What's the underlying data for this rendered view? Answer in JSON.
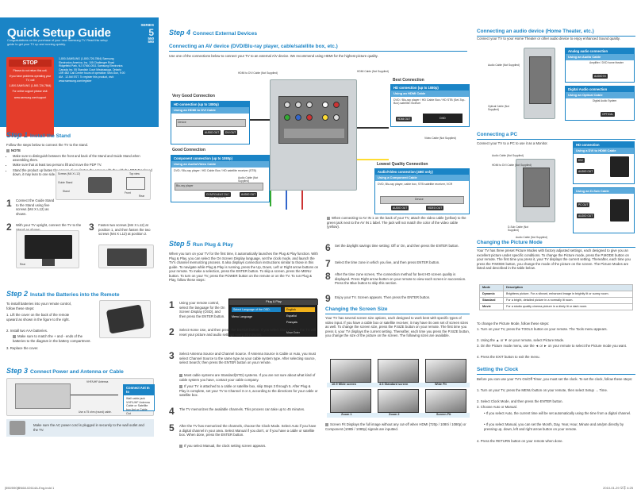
{
  "header": {
    "title": "Quick Setup Guide",
    "series_label": "SERIES",
    "series_models": [
      "5",
      "550",
      "590"
    ],
    "intro": "Congratulations on the purchase of your new Samsung TV. Read this setup guide to get your TV up and running quickly.",
    "stop": {
      "title": "STOP",
      "lines": [
        "Please do not return this unit.",
        "If you have problems operating your TV, call",
        "1-800-SAMSUNG (1-800-726-7864)",
        "For online support please visit:",
        "www.samsung.com/support"
      ]
    },
    "contact": "1-800-SAMSUNG (1-800-726-7864) Samsung Electronics America, Inc. 105 Challenger Road Ridgefield Park, NJ 07660-0511 Samsung Electronics Canada Inc. 55 Standish Court Mississauga, Ontario L5R 4B2 Call Center hours of operation: Mon-Sun, 9:00 AM - 12 AM EST. To register this product, visit: www.samsung.com/register"
  },
  "step1": {
    "word": "Step",
    "n": "1",
    "title": "Install the Stand",
    "intro": "Follow the steps below to connect the TV to the stand.",
    "note_label": "NOTE",
    "notes": [
      "Make sure to distinguish between the front and back of the Stand and Guide Stand when assembling them.",
      "Make sure that at least two persons lift and move the PDP TV.",
      "Stand the product up fasten the screws. If you fasten the screws with the with the PDP TV placed down, it may lean to one side."
    ],
    "labels": {
      "screws": "Screws (M4 X L12)",
      "guide": "Guide Stand",
      "stand": "Stand",
      "top": "Top view",
      "front": "Front",
      "rear": "Rear"
    },
    "i1": "Connect the Guide Stand to the Stand using five screws (M4 X L12) as shown.",
    "i2": "With your TV upright, connect the TV to the Stand as shown.",
    "i3": "Fasten two screws (M4 X L12) at position 1, and then fasten the two screws (M4 X L12) at position 2."
  },
  "step2": {
    "word": "Step",
    "n": "2",
    "title": "Install the Batteries into the Remote",
    "intro": "To install batteries into your remote control, follow these steps:",
    "i1": "Lift the cover on the back of the remote upward as shown in the figure to the right.",
    "i2": "Install two AAA batteries.",
    "note": "Make sure to match the + and - ends of the batteries to the diagram in the battery compartment.",
    "i3": "Replace the cover."
  },
  "step3": {
    "word": "Step",
    "n": "3",
    "title": "Connect Power and Antenna or Cable",
    "vhf": "VHF/UHF Antenna",
    "box_title": "Connect Ant In to",
    "items": [
      "Wall cable jack",
      "VHF/UHF Antenna",
      "Cable or Satellite box Ant or Cable Out"
    ],
    "coax": "Use a 75 ohm (round) cable.",
    "power": "Make sure the AC power cord is plugged in securely to the wall outlet and the TV."
  },
  "step4": {
    "word": "Step",
    "n": "4",
    "title": "Connect External Devices",
    "sub": "Connecting an AV device (DVD/Blu-ray player, cable/satellite box, etc.)",
    "intro": "Use one of the connections below to connect your TV to an external A/V device. We recommend using HDMI for the highest picture quality.",
    "very_good": "Very Good Connection",
    "very_good_sub": "HD connection (up to 1080p)",
    "hdmi_dvi": "Using an HDMI to DVI Cable",
    "good": "Good Connection",
    "good_sub": "Component connection (up to 1080p)",
    "av_cable": "Using an Audio/Video Cable",
    "good_desc": "DVD / Blu-ray player / HD Cable Box / HD satellite receiver (STB)",
    "best": "Best Connection",
    "best_sub": "HD connection (up to 1080p)",
    "hdmi_cable": "Using an HDMI Cable",
    "best_desc": "DVD / Blu-ray player / HD Cable Box / HD STB (Set-Top-Box) satellite receiver",
    "lowest": "Lowest Quality Connection",
    "lowest_sub": "Audio/Video connection (480i only)",
    "composite": "Using a Component Cable",
    "lowest_desc": "DVD, Blu-ray player, cable box, STB satellite receiver, VCR",
    "device": "Device",
    "dvd": "DVD",
    "bluray": "Blu-ray player",
    "cable_labels": [
      "HDMI to DVI Cable (Not Supplied)",
      "HDMI Cable (Not Supplied)",
      "Audio Cable (Not Supplied)",
      "Video Cable (Not Supplied)",
      "Component Cable (Not Supplied)"
    ],
    "av_note": "When connecting to AV IN 1 on the back of your TV, attach the video cable (yellow) to the green jack next to the AV IN 1 label. The jack will not match the color of the video cable (yellow).",
    "ports": [
      "AUDIO OUT",
      "DVI OUT",
      "COMPONENT OUT",
      "AUDIO OUT",
      "HDMI OUT",
      "AUDIO OUT",
      "VIDEO OUT"
    ]
  },
  "step5": {
    "word": "Step",
    "n": "5",
    "title": "Run Plug & Play",
    "intro": "When you turn on your TV for the first time, it automatically launches the Plug & Play function. With Plug & Play, you can select the On Screen Display language, set the clock mode, and launch the TV's channel memorizing process. It also displays connection instructions similar to those in this guide. To navigate while Plug & Play is running, press the Up, Down, Left or Right arrow buttons on your remote. To make a selection, press the ENTER button. To skip a screen, press the MENU button. To turn on your TV, press the POWER button on the remote or on the TV. To run Plug & Play, follow these steps:",
    "osd": {
      "title": "Plug & Play",
      "row1": "Select Language of the OSD.",
      "row2": "Menu Language",
      "opts": [
        "English",
        "Español",
        "Français"
      ],
      "footer": "Move  Enter"
    },
    "i1": "Using your remote control, select the language for the On Screen Display (OSD), and then press the ENTER button.",
    "i2": "Select Home Use, and then press the ENTER button. If you select Store Demo, the TV will reset your picture and audio settings every 30 minutes.",
    "i3": "Select Antenna Source and Channel Source. If Antenna Source is Cable or Auto, you must select Channel Source to the same type as your cable system type. After selecting source, select Search; then press the ENTER button on your remote.",
    "n3a": "Most cable systems are Standard(STD) systems. If you are not sure about what kind of cable system you have, contact your cable company.",
    "n3b": "If your TV is attached to a cable or satellite box, skip Steps 3 through 5. After Plug & Play is complete, set your TV to Channel 3 or 4, according to the directions for your cable or satellite box.",
    "i4": "The TV memorizes the available channels. This process can take up to 45 minutes.",
    "i5": "After the TV has memorized the channels, choose the Clock Mode. Select Auto if you have a digital channel in your area. Select Manual if you don't, or if you have a cable or satellite box. When done, press the ENTER button.",
    "n5": "If you select Manual, the clock setting screen appears.",
    "i6": "Set the daylight savings time setting: Off or On, and then press the ENTER button.",
    "i7": "Select the time zone in which you live, and then press ENTER button.",
    "i8": "After the time zone screen, The connection method for best HD screen quality is displayed. Press Right arrow button on your remote to view each screen in succession. Press the Blue button to skip this section.",
    "i9": "Enjoy your TV. Screen appears. Then press the ENTER button."
  },
  "screen_size": {
    "title": "Changing the Screen Size",
    "body": "Your TV has several screen size options, each designed to work best with specific types of video input. If you have a cable box or satellite receiver, it may have its own set of screen sizes as well. To change the screen size, press the P.SIZE button on your remote. The first time you press it, your TV displays the current setting. Thereafter, each time you press the P.SIZE button, you change the size of the picture on the screen. The following sizes are available.",
    "sizes": [
      "16:9 Wide screen",
      "4:3 Standard screen",
      "Wide Fit",
      "Zoom 1",
      "Zoom 2",
      "Screen Fit"
    ],
    "note": "Screen Fit Displays the full image without any cut-off when HDMI (720p / 1080i / 1080p) or Component (1080i / 1080p) signals are inputted."
  },
  "audio": {
    "title": "Connecting an audio device (Home Theater, etc.)",
    "intro": "Connect your TV to your Home Theater or other audio device to enjoy enhanced Sound quality.",
    "analog": "Analog audio connection",
    "analog_sub": "Using an Audio Cable",
    "amp": "Amplifier / DVD home theater",
    "digital": "Digital Audio connection",
    "digital_sub": "Using an Optical Cable",
    "das": "Digital Audio System",
    "optical_port": "OPTICAL",
    "audio_in": "AUDIO IN",
    "cables": [
      "Audio Cable (Not Supplied)",
      "Optical Cable (Not Supplied)"
    ]
  },
  "pc": {
    "title": "Connecting a PC",
    "intro": "Connect your TV to a PC to use it as a Monitor.",
    "hd": "HD connection",
    "hdmi_dvi": "Using a DVI to HDMI Cable",
    "dsub": "Using an D-Sub Cable",
    "ports": [
      "DVI",
      "AUDIO OUT",
      "PC OUT",
      "AUDIO OUT"
    ],
    "cables": [
      "Audio Cable (Not Supplied)",
      "HDMI to DVI Cable (Not Supplied)",
      "D-Sub Cable (Not Supplied)",
      "Audio Cable (Not Supplied)"
    ]
  },
  "picture": {
    "title": "Changing the Picture Mode",
    "body": "Your TV has three preset Picture Modes with factory adjusted settings, each designed to give you an excellent picture under specific conditions. To change the Picture mode, press the P.MODE button on your remote. The first time you press it, your TV displays the current setting. Thereafter, each time you press the P.MODE button, you change the mode of the picture on the screen. The Picture Modes are listed and described in the table below.",
    "th": [
      "Mode",
      "Description"
    ],
    "rows": [
      [
        "Dynamic",
        "Brightens picture. For a vibrant, enhanced image in brightly lit or sunny room."
      ],
      [
        "Standard",
        "For a bright, detailed picture in a normally lit room."
      ],
      [
        "Movie",
        "For a studio quality cinema picture in a dimly lit or dark room."
      ]
    ],
    "steps_intro": "To change the Picture Mode, follow these steps:",
    "s1": "Turn on your TV, press the TOOLS button on your remote. The Tools menu appears.",
    "s2": "Using the ▲ or ▼ on your remote, select Picture Mode.",
    "s3": "On the Picture mode menu, use the ◄ or ► on your remote to select the Picture mode you want.",
    "s4": "Press the EXIT button to exit the menu."
  },
  "clock": {
    "title": "Setting the Clock",
    "body": "Before you can use your TV's On/Off Timer, you must set the clock. To set the clock, follow these steps:",
    "s1": "Turn on your TV, press the MENU button on your remote, then select Setup → Time.",
    "s2": "Select Clock Mode, and then press the ENTER button.",
    "s3": "Choose Auto or Manual.",
    "b1": "If you select Auto, the current time will be set automatically using the time from a digital channel.",
    "b2": "If you select Manual, you can set the Month, Day, Year, Hour, Minute and am/pm directly by pressing up, down, left and right arrow button on your remote.",
    "s4": "Press the RETURN button on your remote when done."
  },
  "footer": {
    "left": "[550/590]BN68-02614A-Eng.indd   1",
    "right": "2010-01-29   오후 4:25"
  },
  "colors": {
    "accent": "#1a84c6",
    "stop": "#e43d2b"
  }
}
